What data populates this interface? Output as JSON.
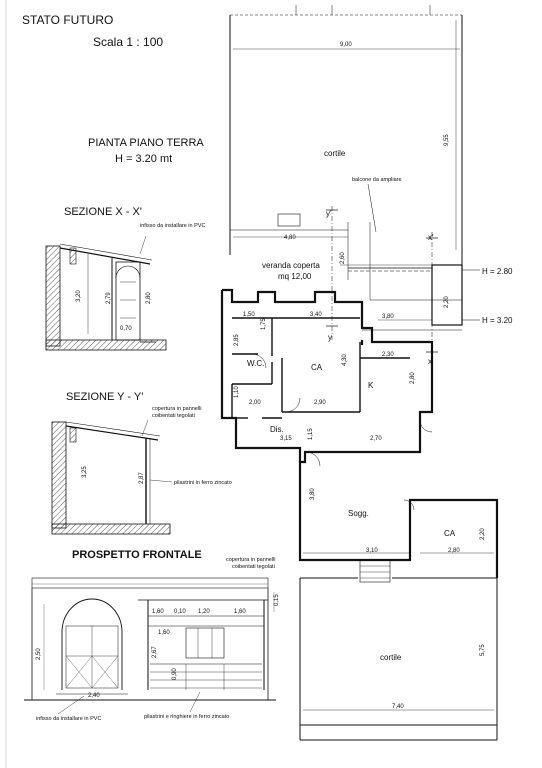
{
  "header": {
    "title": "STATO FUTURO",
    "scale": "Scala 1 : 100"
  },
  "plan": {
    "title": "PIANTA PIANO TERRA",
    "height": "H = 3.20 mt",
    "rooms": {
      "cortile_top": "cortile",
      "cortile_bottom": "cortile",
      "veranda_line1": "veranda coperta",
      "veranda_line2": "mq 12,00",
      "ca1": "CA",
      "wc": "W.C.",
      "k": "K",
      "dis": "Dis.",
      "sogg": "Sogg.",
      "ca2": "CA"
    },
    "notes": {
      "balcone": "balcone da ampliare"
    },
    "heights": {
      "h1": "H = 2.80",
      "h2": "H = 3.20"
    },
    "section_marks": {
      "x1": "x'",
      "x2": "x",
      "y1": "y'",
      "y2": "y"
    },
    "dims": {
      "d900": "9,00",
      "d955": "9,55",
      "d480": "4,80",
      "d260": "2,60",
      "d340": "3,40",
      "d150": "1,50",
      "d175": "1,75",
      "d380": "3,80",
      "d220a": "2,20",
      "d285": "2,85",
      "d430": "4,30",
      "d230": "2,30",
      "d280a": "2,80",
      "d110": "1,10",
      "d200": "2,00",
      "d290": "2,90",
      "d315": "3,15",
      "d115": "1,15",
      "d270": "2,70",
      "d380b": "3,80",
      "d310": "3,10",
      "d280b": "2,80",
      "d220b": "2,20",
      "d575": "5,75",
      "d740": "7,40"
    }
  },
  "section_x": {
    "title": "SEZIONE X - X'",
    "note": "infisso da installare in PVC",
    "dims": {
      "d320": "3,20",
      "d279": "2,79",
      "d280": "2,80",
      "d070": "0,70"
    }
  },
  "section_y": {
    "title": "SEZIONE Y - Y'",
    "note_line1": "copertura in pannelli",
    "note_line2": "coibentati tegolati",
    "note_post": "pilastrini in ferro zincato",
    "dims": {
      "d325": "3,25",
      "d287": "2,87"
    }
  },
  "elevation": {
    "title": "PROSPETTO FRONTALE",
    "note_top_line1": "copertura in pannelli",
    "note_top_line2": "coibentati tegolati",
    "note_infisso": "infisso da installare in PVC",
    "note_ringhiere": "pilastrini e ringhiere in ferro zincato",
    "dims": {
      "d250": "2,50",
      "d240": "2,40",
      "d010": "0,10",
      "d120": "1,20",
      "d160a": "1,60",
      "d160b": "1,60",
      "d160c": "1,60",
      "d267": "2,67",
      "d090": "0,90",
      "d015": "0,15"
    }
  }
}
